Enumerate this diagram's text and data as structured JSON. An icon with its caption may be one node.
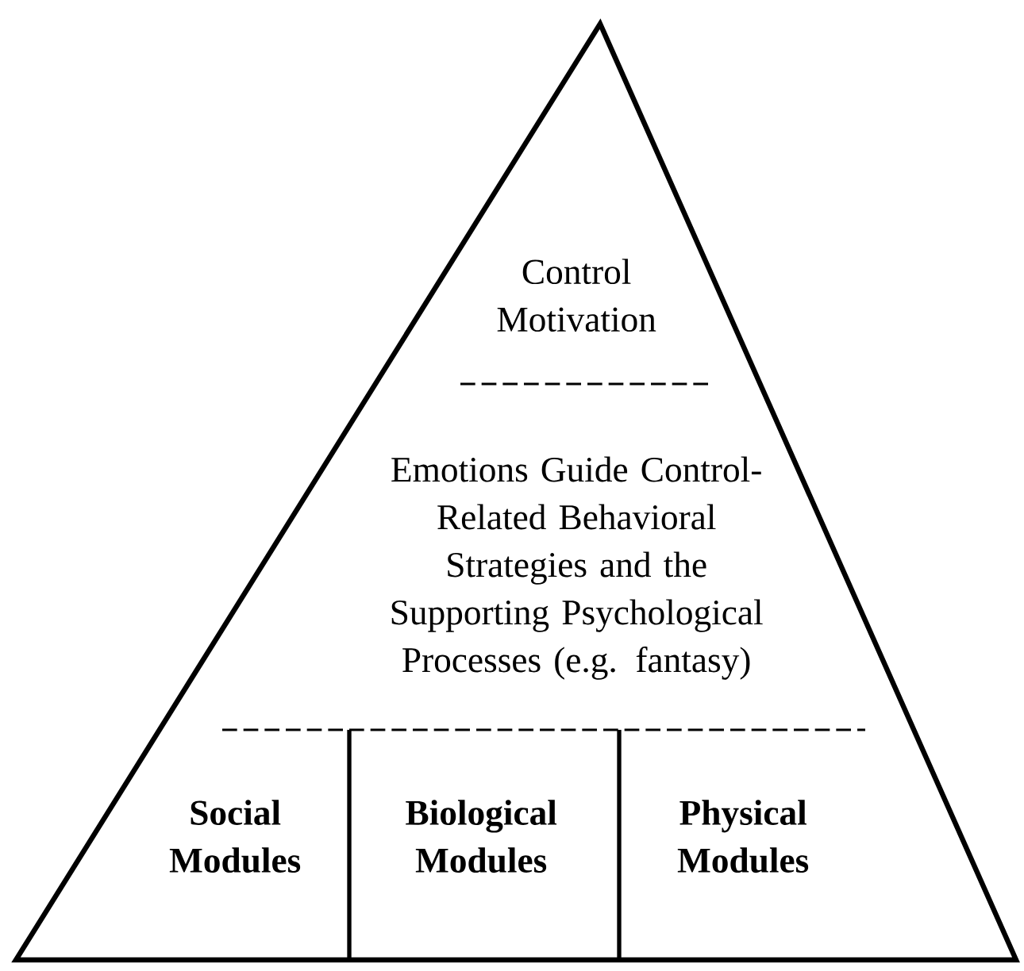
{
  "diagram": {
    "nodes": [
      {
        "text": [],
        "shape": "triangle"
      },
      {
        "text": [
          "Control Motivation"
        ],
        "in": 0
      },
      {
        "text": [
          "Emotions Guide Control-Related Behavioral Strategies and the Supporting Psychological Processes (e.g. fantasy)"
        ],
        "in": 0
      },
      {
        "text": [
          "Social Modules"
        ],
        "in": 0
      },
      {
        "text": [
          "Biological Modules"
        ],
        "in": 0
      },
      {
        "text": [
          "Physical Modules"
        ],
        "in": 0
      }
    ]
  }
}
